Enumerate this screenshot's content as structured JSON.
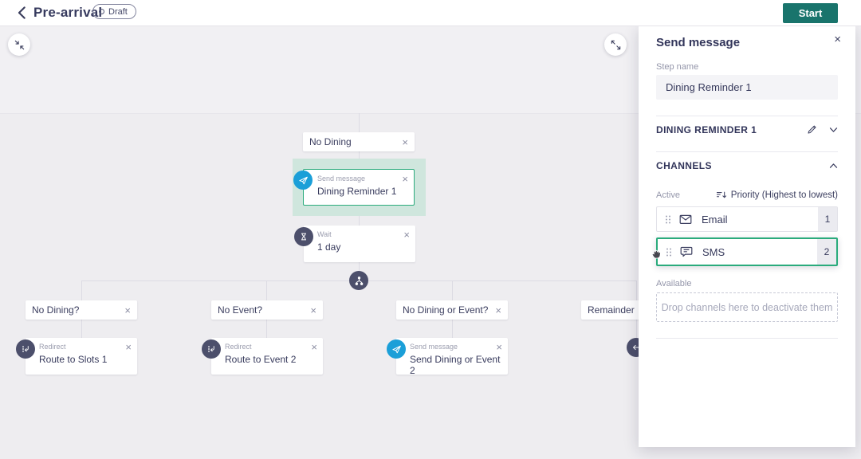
{
  "icons": {
    "close": "×"
  },
  "topbar": {
    "title": "Pre-arrival",
    "status_badge": "Draft",
    "start_label": "Start"
  },
  "canvas": {
    "no_dining_label": "No Dining",
    "send_step": {
      "type_label": "Send message",
      "title": "Dining Reminder 1"
    },
    "wait_step": {
      "type_label": "Wait",
      "title": "1 day"
    },
    "conditions": [
      {
        "label": "No Dining?"
      },
      {
        "label": "No Event?"
      },
      {
        "label": "No Dining or Event?"
      },
      {
        "label": "Remainder"
      }
    ],
    "actions": [
      {
        "type_label": "Redirect",
        "title": "Route to Slots 1"
      },
      {
        "type_label": "Redirect",
        "title": "Route to Event 2"
      },
      {
        "type_label": "Send message",
        "title": "Send Dining or Event 2"
      }
    ]
  },
  "panel": {
    "title": "Send message",
    "step_name_label": "Step name",
    "step_name_value": "Dining Reminder 1",
    "section_step": "DINING REMINDER 1",
    "section_channels": "CHANNELS",
    "active_label": "Active",
    "priority_label": "Priority (Highest to lowest)",
    "channels": [
      {
        "name": "Email",
        "priority": "1"
      },
      {
        "name": "SMS",
        "priority": "2"
      }
    ],
    "available_label": "Available",
    "dropzone_text": "Drop channels here to deactivate them"
  },
  "colors": {
    "accent_teal": "#19746C",
    "selection_green": "#2AAB7C",
    "node_navy": "#4C4F6B",
    "send_blue": "#1B9FD8"
  }
}
